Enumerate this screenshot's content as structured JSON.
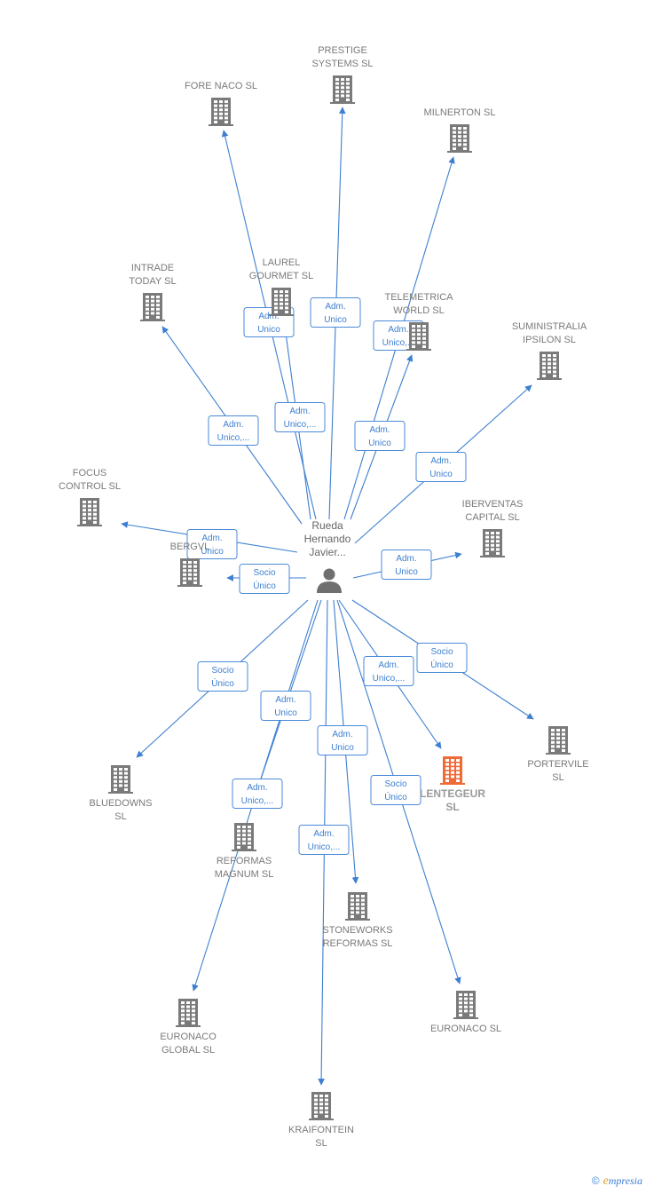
{
  "center": {
    "lines": [
      "Rueda",
      "Hernando",
      "Javier..."
    ],
    "icon": "person-icon"
  },
  "colors": {
    "edge": "#3d7fd0",
    "building": "#7a7a7a",
    "highlight": "#f06a35"
  },
  "nodes": [
    {
      "id": "fore-naco",
      "lines": [
        "FORE NACO SL"
      ],
      "highlight": false
    },
    {
      "id": "prestige-systems",
      "lines": [
        "PRESTIGE",
        "SYSTEMS  SL"
      ],
      "highlight": false
    },
    {
      "id": "milnerton",
      "lines": [
        "MILNERTON SL"
      ],
      "highlight": false
    },
    {
      "id": "intrade-today",
      "lines": [
        "INTRADE",
        "TODAY  SL"
      ],
      "highlight": false
    },
    {
      "id": "laurel-gourmet",
      "lines": [
        "LAUREL",
        "GOURMET  SL"
      ],
      "highlight": false
    },
    {
      "id": "telemetrica-world",
      "lines": [
        "TELEMETRICA",
        "WORLD  SL"
      ],
      "highlight": false
    },
    {
      "id": "suministralia-ipsilon",
      "lines": [
        "SUMINISTRALIA",
        "IPSILON  SL"
      ],
      "highlight": false
    },
    {
      "id": "focus-control",
      "lines": [
        "FOCUS",
        "CONTROL  SL"
      ],
      "highlight": false
    },
    {
      "id": "bergvl",
      "lines": [
        "BERGVL"
      ],
      "highlight": false
    },
    {
      "id": "iberventas-capital",
      "lines": [
        "IBERVENTAS",
        "CAPITAL  SL"
      ],
      "highlight": false
    },
    {
      "id": "bluedowns",
      "lines": [
        "BLUEDOWNS",
        "SL"
      ],
      "highlight": false
    },
    {
      "id": "lentegeur",
      "lines": [
        "LENTEGEUR",
        "SL"
      ],
      "highlight": true
    },
    {
      "id": "portervile",
      "lines": [
        "PORTERVILE",
        "SL"
      ],
      "highlight": false
    },
    {
      "id": "reformas-magnum",
      "lines": [
        "REFORMAS",
        "MAGNUM  SL"
      ],
      "highlight": false
    },
    {
      "id": "stoneworks-reformas",
      "lines": [
        "STONEWORKS",
        "REFORMAS  SL"
      ],
      "highlight": false
    },
    {
      "id": "euronaco-global",
      "lines": [
        "EURONACO",
        "GLOBAL  SL"
      ],
      "highlight": false
    },
    {
      "id": "euronaco",
      "lines": [
        "EURONACO SL"
      ],
      "highlight": false
    },
    {
      "id": "kraifontein",
      "lines": [
        "KRAIFONTEIN",
        "SL"
      ],
      "highlight": false
    }
  ],
  "edges": [
    {
      "to": "fore-naco",
      "label": [
        "Adm.",
        "Unico"
      ]
    },
    {
      "to": "prestige-systems",
      "label": [
        "Adm.",
        "Unico"
      ]
    },
    {
      "to": "milnerton",
      "label": [
        "Adm.",
        "Unico"
      ]
    },
    {
      "to": "intrade-today",
      "label": [
        "Adm.",
        "Unico,..."
      ]
    },
    {
      "to": "laurel-gourmet",
      "label": [
        "Adm.",
        "Unico,..."
      ]
    },
    {
      "to": "telemetrica-world",
      "label": [
        "Adm.",
        "Unico,..."
      ]
    },
    {
      "to": "suministralia-ipsilon",
      "label": [
        "Adm.",
        "Unico"
      ]
    },
    {
      "to": "focus-control",
      "label": [
        "Adm.",
        "Unico"
      ]
    },
    {
      "to": "bergvl",
      "label": [
        "Socio",
        "Único"
      ]
    },
    {
      "to": "iberventas-capital",
      "label": [
        "Adm.",
        "Unico"
      ]
    },
    {
      "to": "bluedowns",
      "label": [
        "Socio",
        "Único"
      ]
    },
    {
      "to": "lentegeur",
      "label": [
        "Adm.",
        "Unico,..."
      ]
    },
    {
      "to": "portervile",
      "label": [
        "Socio",
        "Único"
      ]
    },
    {
      "to": "reformas-magnum",
      "label": [
        "Adm.",
        "Unico"
      ]
    },
    {
      "to": "stoneworks-reformas",
      "label": [
        "Adm.",
        "Unico"
      ]
    },
    {
      "to": "euronaco-global",
      "label": [
        "Adm.",
        "Unico,..."
      ]
    },
    {
      "to": "euronaco",
      "label": [
        "Socio",
        "Único"
      ]
    },
    {
      "to": "kraifontein",
      "label": [
        "Adm.",
        "Unico,..."
      ]
    }
  ],
  "footer": {
    "copyright": "©",
    "brand_initial": "e",
    "brand_rest": "mpresia"
  }
}
